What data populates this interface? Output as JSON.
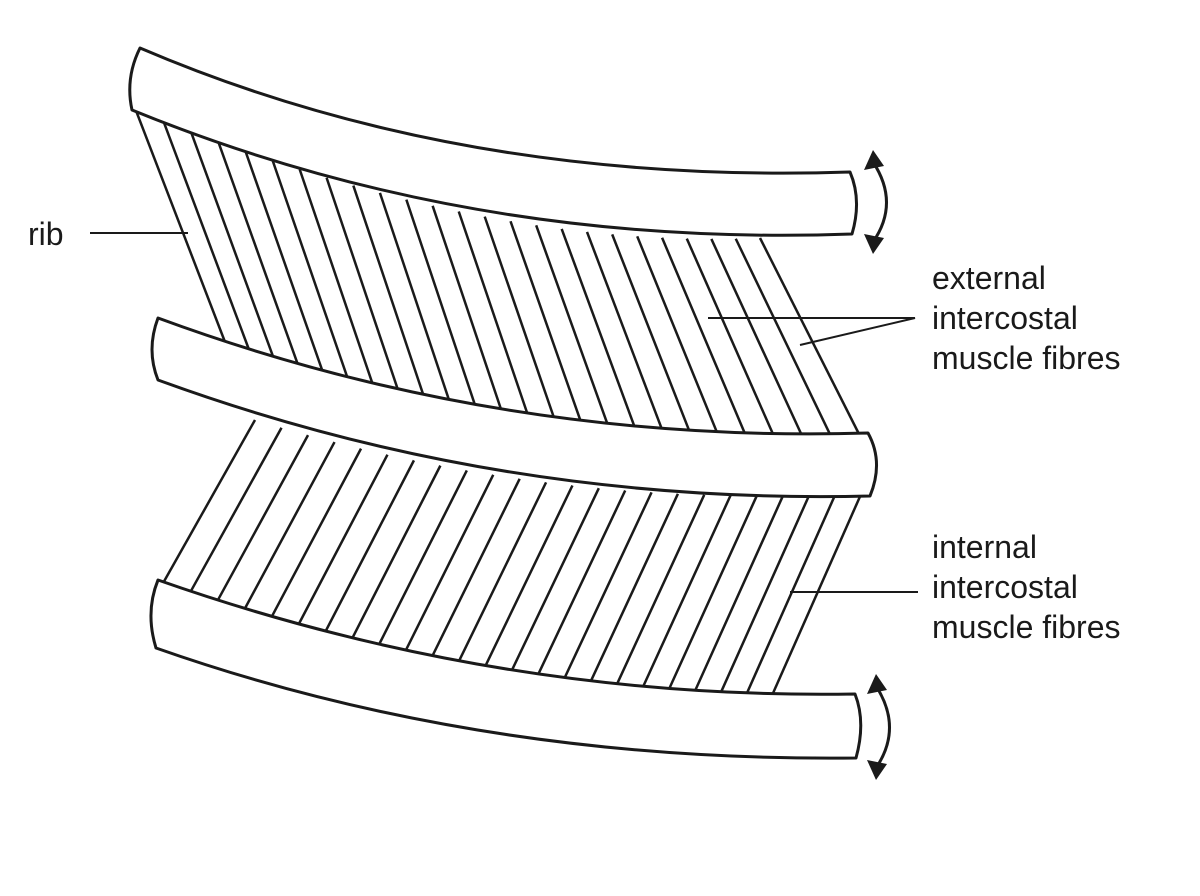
{
  "labels": {
    "rib": "rib",
    "external": [
      "external",
      "intercostal",
      "muscle fibres"
    ],
    "internal": [
      "internal",
      "intercostal",
      "muscle fibres"
    ]
  },
  "colors": {
    "stroke": "#1a1a1a",
    "background": "#ffffff"
  }
}
